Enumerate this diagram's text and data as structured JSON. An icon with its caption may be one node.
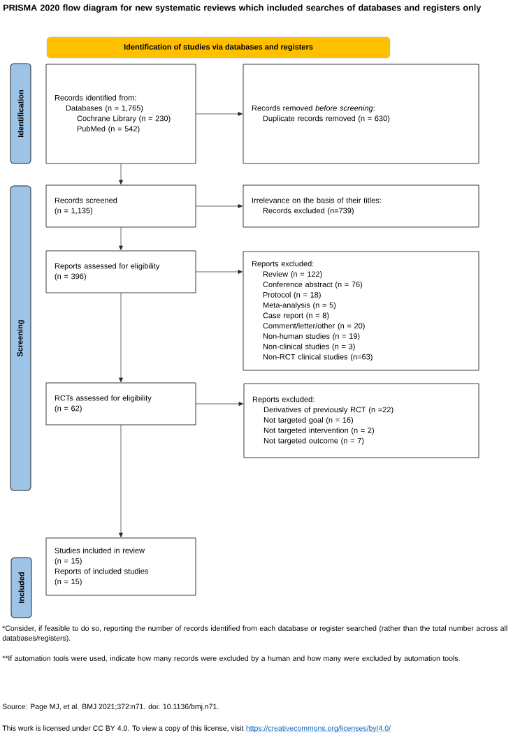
{
  "diagram": {
    "title": "PRISMA 2020 flow diagram for new systematic reviews which included searches of databases and registers only",
    "nodes": [
      {
        "text": [
          "Identification of studies via databases and registers"
        ]
      },
      {
        "text": [
          "Identification"
        ]
      },
      {
        "text": [
          "Screening"
        ]
      },
      {
        "text": [
          "Included"
        ]
      },
      {
        "text": [
          "Records identified from:",
          "Databases (n = 1,765)",
          "Cochrane Library (n = 230)",
          "PubMed (n = 542)"
        ]
      },
      {
        "text": [
          "Records removed *before screening*:",
          "Duplicate records removed (n = 630)"
        ]
      },
      {
        "text": [
          "Records screened",
          "(n = 1,135)"
        ]
      },
      {
        "text": [
          "Irrelevance on the basis of their titles:",
          "Records excluded (n=739)"
        ]
      },
      {
        "text": [
          "Reports assessed for eligibility",
          "(n = 396)"
        ]
      },
      {
        "text": [
          "Reports excluded:",
          "Review (n = 122)",
          "Conference abstract (n = 76)",
          "Protocol (n = 18)",
          "Meta-analysis (n = 5)",
          "Case report (n = 8)",
          "Comment/letter/other (n = 20)",
          "Non-human studies (n = 19)",
          "Non-clinical studies (n = 3)",
          "Non-RCT clinical studies (n=63)"
        ]
      },
      {
        "text": [
          "RCTs assessed for eligibility",
          "(n = 62)"
        ]
      },
      {
        "text": [
          "Reports excluded:",
          "Derivatives of previously RCT (n =22)",
          "Not targeted goal (n = 16)",
          "Not targeted intervention (n = 2)",
          "Not targeted outcome (n = 7)"
        ]
      },
      {
        "text": [
          "Studies included in review",
          "(n = 15)",
          "Reports of included studies",
          "(n = 15)"
        ]
      }
    ],
    "edges": [
      {
        "from": 4,
        "to": 5,
        "arrow": "to"
      },
      {
        "from": 4,
        "to": 6,
        "arrow": "to"
      },
      {
        "from": 6,
        "to": 7,
        "arrow": "to"
      },
      {
        "from": 6,
        "to": 8,
        "arrow": "to"
      },
      {
        "from": 8,
        "to": 9,
        "arrow": "to"
      },
      {
        "from": 8,
        "to": 10,
        "arrow": "to"
      },
      {
        "from": 10,
        "to": 11,
        "arrow": "to"
      },
      {
        "from": 10,
        "to": 12,
        "arrow": "to"
      }
    ],
    "labels": [
      "*Consider, if feasible to do so, reporting the number of records identified from each database or register searched (rather than the total number across all databases/registers).",
      "**If automation tools were used, indicate how many records were excluded by a human and how many were excluded by automation tools.",
      "Source: Page MJ, et al. BMJ 2021;372:n71. doi: 10.1136/bmj.n71.",
      "This work is licensed under CC BY 4.0. To view a copy of this license, visit",
      "https://creativecommons.org/licenses/by/4.0/"
    ]
  }
}
